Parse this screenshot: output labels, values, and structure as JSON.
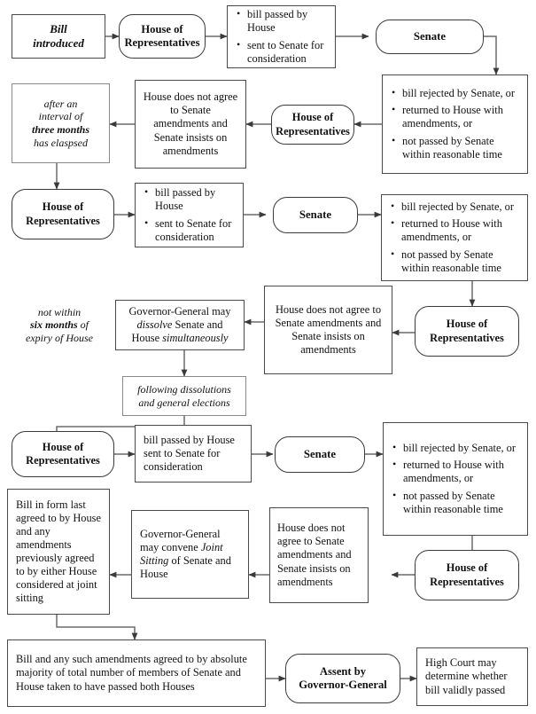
{
  "diagram": {
    "title": "Passage of a bill — double dissolution flowchart",
    "stroke_color": "#4a4a4a",
    "text_color": "#111111",
    "background": "#ffffff"
  },
  "nodes": {
    "bill_introduced": {
      "line1": "Bill",
      "line2": "introduced"
    },
    "hor_1": {
      "line1": "House of",
      "line2": "Representatives"
    },
    "passed_1": {
      "b1": "bill passed by House",
      "b2": "sent to Senate for consideration"
    },
    "senate_1": {
      "label": "Senate"
    },
    "reject_1": {
      "b1": "bill rejected by Senate, or",
      "b2": "returned to House with amendments, or",
      "b3": "not passed by Senate within reasonable time"
    },
    "hor_2": {
      "line1": "House of",
      "line2": "Representatives"
    },
    "disagree_1": {
      "text": "House does not agree to Senate amendments and Senate insists on amendments"
    },
    "interval": {
      "line1": "after an",
      "line2": "interval of",
      "line3": "three months",
      "line4": "has elaspsed"
    },
    "hor_3": {
      "line1": "House of",
      "line2": "Representatives"
    },
    "passed_2": {
      "b1": "bill passed by House",
      "b2": "sent to Senate for consideration"
    },
    "senate_2": {
      "label": "Senate"
    },
    "reject_2": {
      "b1": "bill rejected by Senate, or",
      "b2": "returned to House with amendments, or",
      "b3": "not passed by Senate within reasonable time"
    },
    "hor_4": {
      "line1": "House of",
      "line2": "Representatives"
    },
    "disagree_2": {
      "text": "House does not agree to Senate amendments and Senate insists on amendments"
    },
    "dissolve": {
      "pre": "Governor-General may ",
      "em1": "dissolve",
      "mid": " Senate and House ",
      "em2": "simultaneously"
    },
    "six_months": {
      "line1": "not within",
      "line2": "six months",
      "line2b": " of",
      "line3": "expiry of House"
    },
    "following": {
      "line1": "following dissolutions",
      "line2": "and general elections"
    },
    "hor_5": {
      "line1": "House of",
      "line2": "Representatives"
    },
    "passed_3": {
      "text": "bill passed by House sent to Senate for consideration"
    },
    "senate_3": {
      "label": "Senate"
    },
    "reject_3": {
      "b1": "bill rejected by Senate, or",
      "b2": "returned to House with amendments, or",
      "b3": "not passed by Senate within reasonable time"
    },
    "hor_6": {
      "line1": "House of",
      "line2": "Representatives"
    },
    "disagree_3": {
      "text": "House does not agree to Senate amendments and Senate insists on amendments"
    },
    "joint_sitting": {
      "pre": "Governor-General may convene ",
      "em1": "Joint Sitting",
      "post": " of Senate and House"
    },
    "bill_form_last": {
      "text": "Bill in form last agreed to by House and any amendments previously agreed to by either House considered at joint sitting"
    },
    "absolute_majority": {
      "text": "Bill and any such amendments agreed to by absolute majority of total number of members of Senate and House taken to have passed both Houses"
    },
    "assent": {
      "line1": "Assent by",
      "line2": "Governor-General"
    },
    "high_court": {
      "text": "High Court may determine whether bill validly passed"
    }
  }
}
